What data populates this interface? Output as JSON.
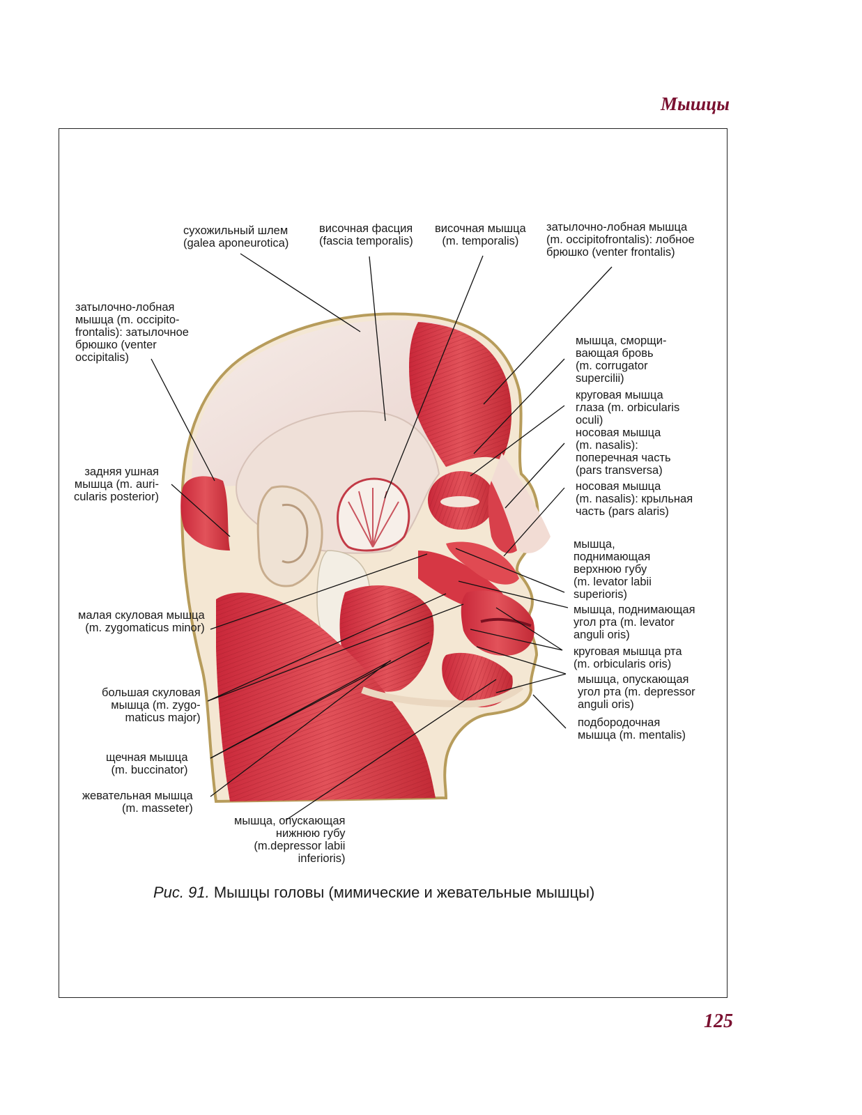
{
  "header": {
    "section_title": "Мышцы"
  },
  "page_number": "125",
  "figure": {
    "caption_ref": "Рис. 91.",
    "caption_text": "Мышцы головы (мимические и жевательные мышцы)"
  },
  "labels": {
    "galea": "сухожильный шлем\n(galea aponeurotica)",
    "fascia_temporalis": "височная фасция\n(fascia temporalis)",
    "temporalis": "височная мышца\n(m. temporalis)",
    "frontalis": "затылочно-лобная мышца\n(m. occipitofrontalis): лобное\nбрюшко (venter frontalis)",
    "occipitalis": "затылочно-лобная\nмышца (m. occipito-\nfrontalis): затылочное\nбрюшко (venter\noccipitalis)",
    "corrugator": "мышца, сморщи-\nвающая бровь\n(m. corrugator\nsupercilii)",
    "orbicularis_oculi": "круговая мышца\nглаза (m. orbicularis\noculi)",
    "nasalis_transversa": "носовая мышца\n(m. nasalis):\nпоперечная часть\n(pars transversa)",
    "nasalis_alaris": "носовая мышца\n(m. nasalis): крыльная\nчасть (pars alaris)",
    "auricularis_posterior": "задняя ушная\nмышца (m. auri-\ncularis posterior)",
    "levator_labii": "мышца,\nподнимающая\nверхнюю губу\n(m. levator labii\nsuperioris)",
    "levator_anguli": "мышца, поднимающая\nугол рта (m. levator\nanguli oris)",
    "zygomaticus_minor": "малая скуловая мышца\n(m. zygomaticus minor)",
    "orbicularis_oris": "круговая мышца рта\n(m. orbicularis oris)",
    "depressor_anguli": "мышца, опускающая\nугол рта (m. depressor\nanguli oris)",
    "zygomaticus_major": "большая скуловая\nмышца (m. zygo-\nmaticus major)",
    "mentalis": "подбородочная\nмышца (m. mentalis)",
    "buccinator": "щечная мышца\n(m. buccinator)",
    "masseter": "жевательная мышца\n(m. masseter)",
    "depressor_labii": "мышца, опускающая\nнижнюю губу\n(m.depressor labii\ninferioris)"
  },
  "colors": {
    "muscle": "#d9343f",
    "muscle_dark": "#b31f2c",
    "skull": "#f1e3de",
    "fascia": "#f3ead9",
    "skin_edge": "#c9b37a",
    "accent_heading": "#7a1030",
    "leader_line": "#111111"
  }
}
